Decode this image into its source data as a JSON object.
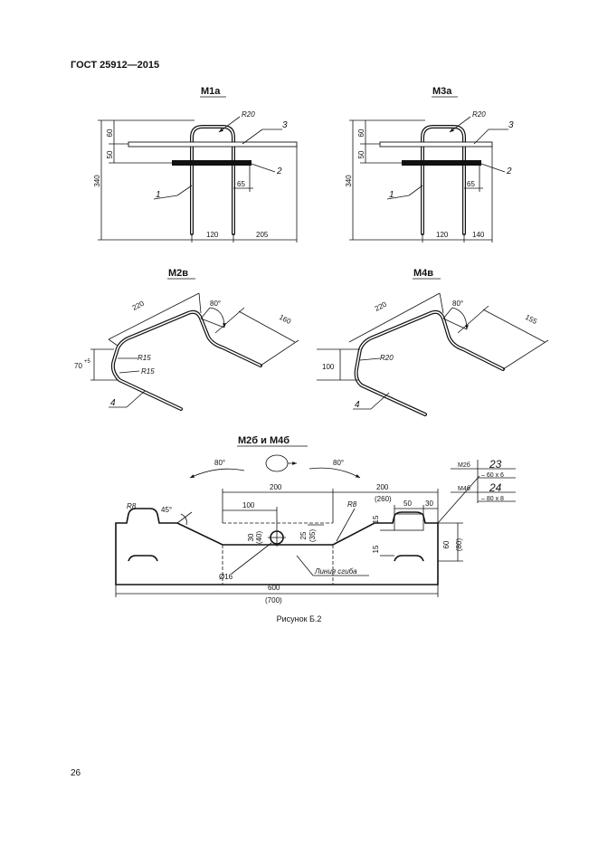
{
  "document": {
    "header": "ГОСТ 25912—2015",
    "page_number": "26",
    "caption": "Рисунок Б.2"
  },
  "m1a": {
    "title": "М1а",
    "radius": "R20",
    "dim_total": "340",
    "dim_top": "60",
    "dim_mid": "50",
    "dim_small": "65",
    "dim_width": "120",
    "dim_overhang": "205",
    "callout_1": "1",
    "callout_2": "2",
    "callout_3": "3"
  },
  "m3a": {
    "title": "М3а",
    "radius": "R20",
    "dim_total": "340",
    "dim_top": "60",
    "dim_mid": "50",
    "dim_small": "65",
    "dim_width": "120",
    "dim_overhang": "140",
    "callout_1": "1",
    "callout_2": "2",
    "callout_3": "3"
  },
  "m2v": {
    "title": "М2в",
    "dim_top": "220",
    "angle": "80°",
    "dim_leg": "160",
    "radius_1": "R15",
    "radius_2": "R15",
    "dim_height": "70",
    "dim_height_tol": "+5",
    "callout_4": "4"
  },
  "m4v": {
    "title": "М4в",
    "dim_top": "220",
    "angle": "80°",
    "dim_leg": "155",
    "radius": "R20",
    "dim_height": "100",
    "callout_4": "4"
  },
  "plate": {
    "title": "М2б и М4б",
    "angle_left": "80°",
    "angle_right": "80°",
    "dim_200_left": "200",
    "dim_200_right": "200",
    "dim_260": "(260)",
    "dim_100": "100",
    "dim_50": "50",
    "dim_30_right": "30",
    "r8_left": "R8",
    "r8_right": "R8",
    "angle_45": "45°",
    "dim_30_40": "30",
    "dim_40": "(40)",
    "dim_25": "25",
    "dim_35": "(35)",
    "dim_15_top": "15",
    "dim_15_bottom": "15",
    "dim_60": "60",
    "dim_80": "(80)",
    "hole": "Ø16",
    "bend_line": "Линия сгиба",
    "dim_600": "600",
    "dim_700": "(700)",
    "table": [
      {
        "mark": "М2б",
        "pos": "23",
        "section": "– 60 x 6"
      },
      {
        "mark": "М4б",
        "pos": "24",
        "section": "– 80 x 8"
      }
    ]
  }
}
